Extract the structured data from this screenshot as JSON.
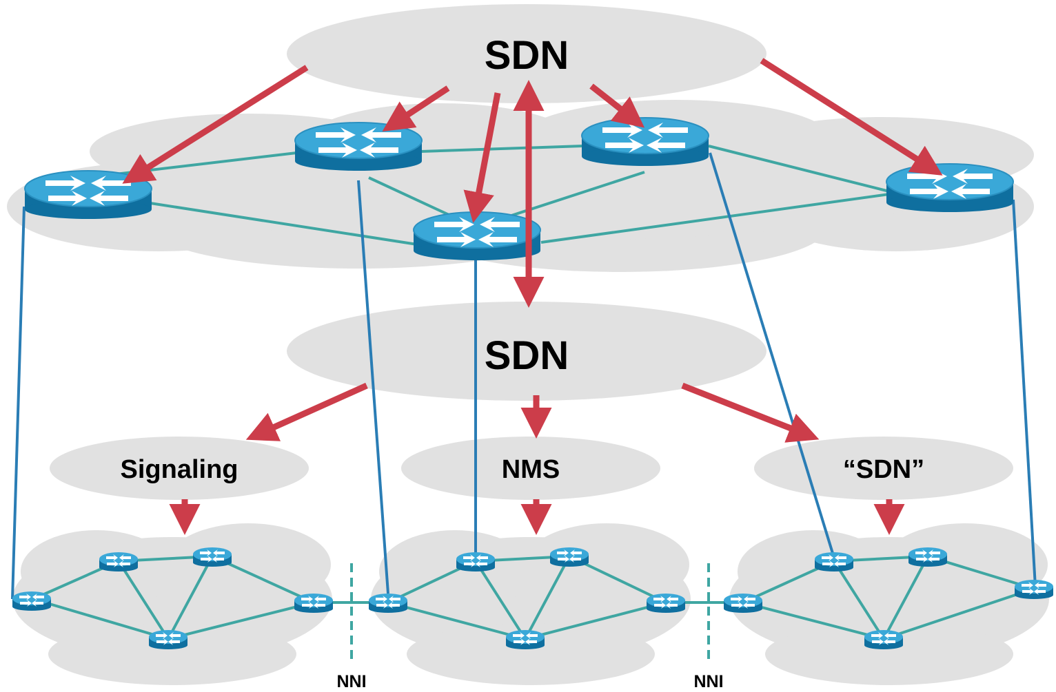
{
  "labels": {
    "top_controller": "SDN",
    "middle_controller": "SDN",
    "domain_left": "Signaling",
    "domain_center": "NMS",
    "domain_right": "“SDN”",
    "nni_left": "NNI",
    "nni_right": "NNI"
  },
  "colors": {
    "controller_fill": "#e1e1e1",
    "cloud_fill": "#e1e1e1",
    "router_top": "#39a9d9",
    "router_side": "#0f6f9f",
    "link_teal": "#3fa6a2",
    "vertical_link": "#2a7db5",
    "control_arrow": "#cc3d4a",
    "nni_line": "#3fa6a2"
  },
  "icons": {
    "router": "router-icon",
    "cloud": "cloud-icon"
  }
}
